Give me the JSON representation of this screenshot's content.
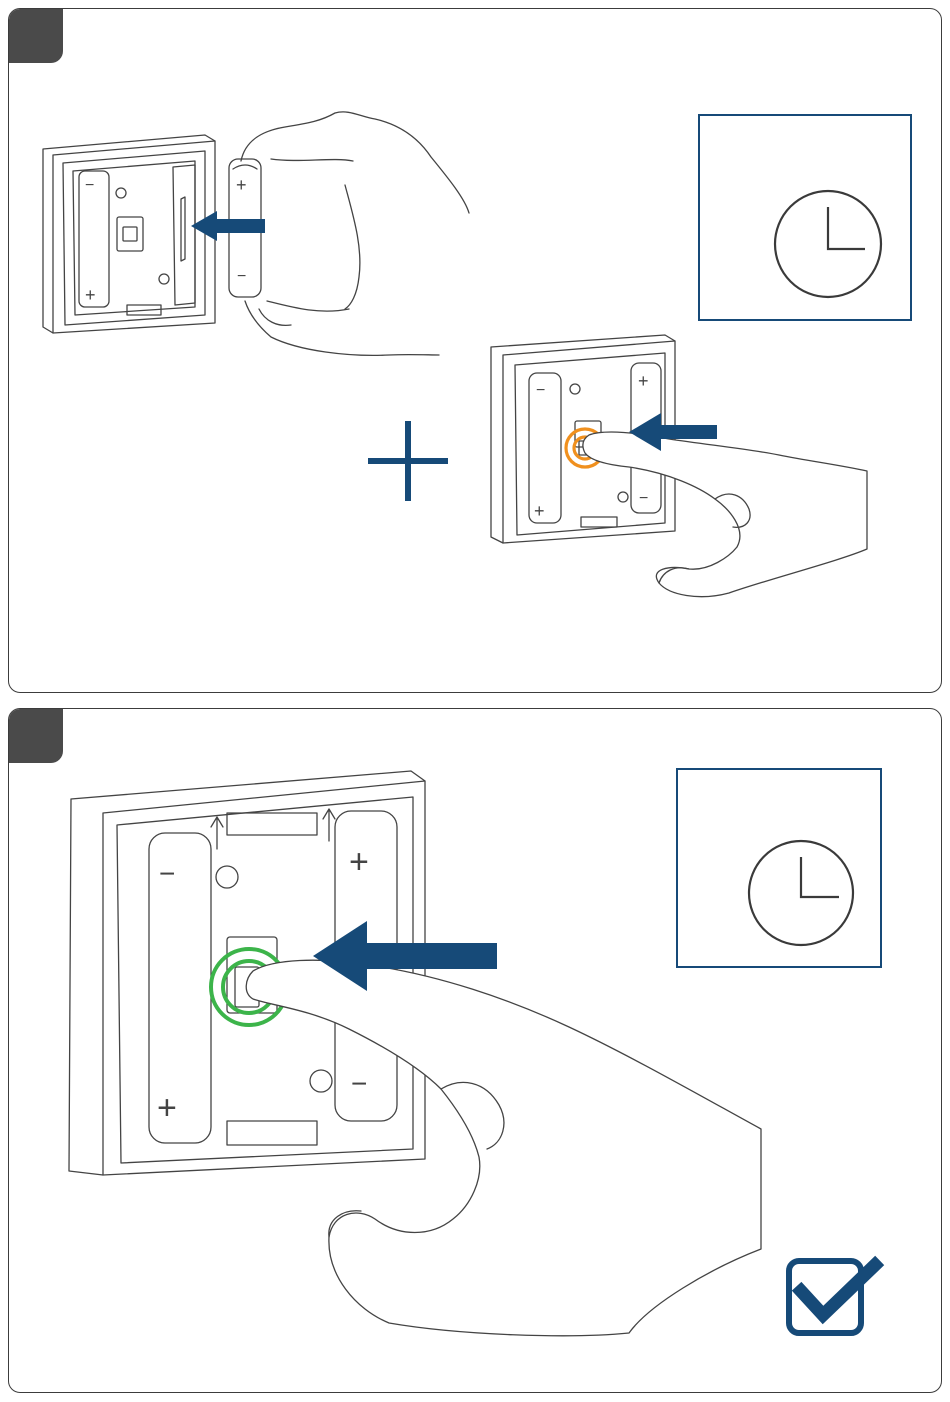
{
  "steps": [
    {
      "number": "",
      "actions": [
        "insert-batteries",
        "press-and-hold-button"
      ],
      "button_highlight_color": "#f0901e",
      "indicator": "clock-icon"
    },
    {
      "number": "",
      "actions": [
        "press-button"
      ],
      "button_highlight_color": "#3cb44a",
      "indicator": "clock-icon",
      "result": "checkmark-icon"
    }
  ],
  "battery_labels": {
    "plus": "+",
    "minus": "−"
  },
  "colors": {
    "arrow": "#164a78",
    "frame": "#164a78",
    "badge": "#4a4a4a",
    "outline": "#444444",
    "highlight_orange": "#f0901e",
    "highlight_green": "#3cb44a"
  }
}
